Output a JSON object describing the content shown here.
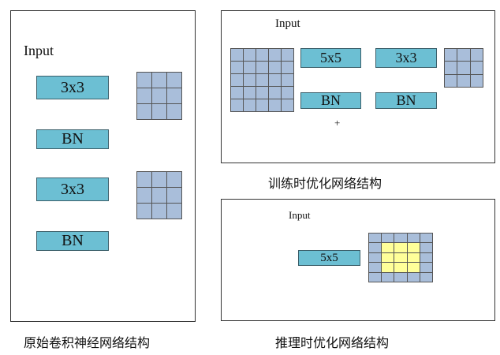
{
  "original": {
    "caption": "原始卷积神经网络结构",
    "input_label": "Input",
    "blocks": [
      "3x3",
      "BN",
      "3x3",
      "BN"
    ],
    "kernels": [
      {
        "rows": 3,
        "cols": 3
      },
      {
        "rows": 3,
        "cols": 3
      }
    ]
  },
  "training": {
    "caption": "训练时优化网络结构",
    "input_label": "Input",
    "branch_left": {
      "conv": "5x5",
      "norm": "BN",
      "kernel": {
        "rows": 5,
        "cols": 5
      }
    },
    "branch_right": {
      "conv": "3x3",
      "norm": "BN",
      "kernel": {
        "rows": 3,
        "cols": 3
      }
    },
    "merge_symbol": "+"
  },
  "inference": {
    "caption": "推理时优化网络结构",
    "input_label": "Input",
    "conv": "5x5",
    "kernel": {
      "rows": 5,
      "cols": 5,
      "highlight": "inner 3x3"
    }
  },
  "colors": {
    "block_fill": "#6CBFD3",
    "kernel_cell": "#A9BEDA",
    "kernel_highlight": "#FFFF99",
    "line": "#555555"
  }
}
